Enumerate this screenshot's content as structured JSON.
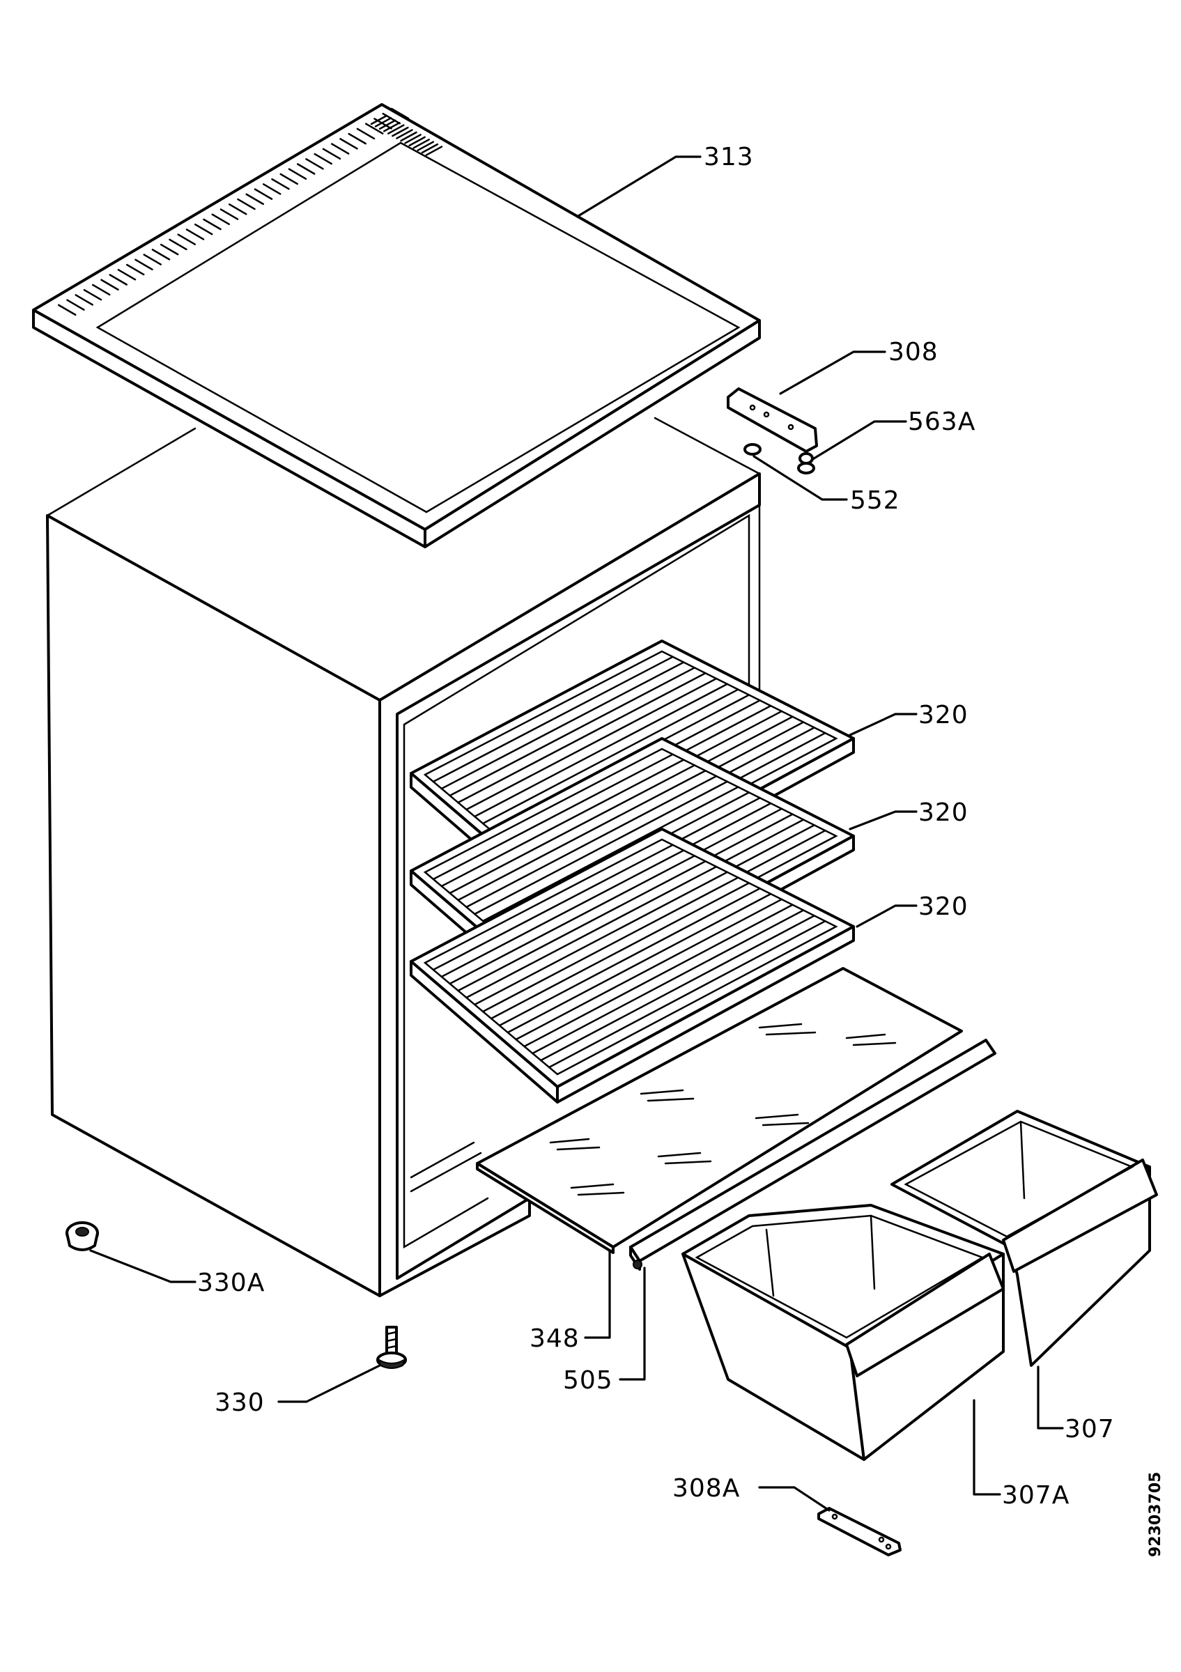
{
  "diagram": {
    "labels": {
      "top_cover": "313",
      "hinge_top": "308",
      "hinge_pin": "563A",
      "washer": "552",
      "shelf_1": "320",
      "shelf_2": "320",
      "shelf_3": "320",
      "foot_cap": "330A",
      "adjustable_foot": "330",
      "glass_shelf": "348",
      "shelf_strip": "505",
      "crisper_small": "307",
      "crisper_large": "307A",
      "hinge_bottom": "308A"
    },
    "document_number": "92303705",
    "colors": {
      "ink": "#000000",
      "paper": "#ffffff"
    }
  }
}
